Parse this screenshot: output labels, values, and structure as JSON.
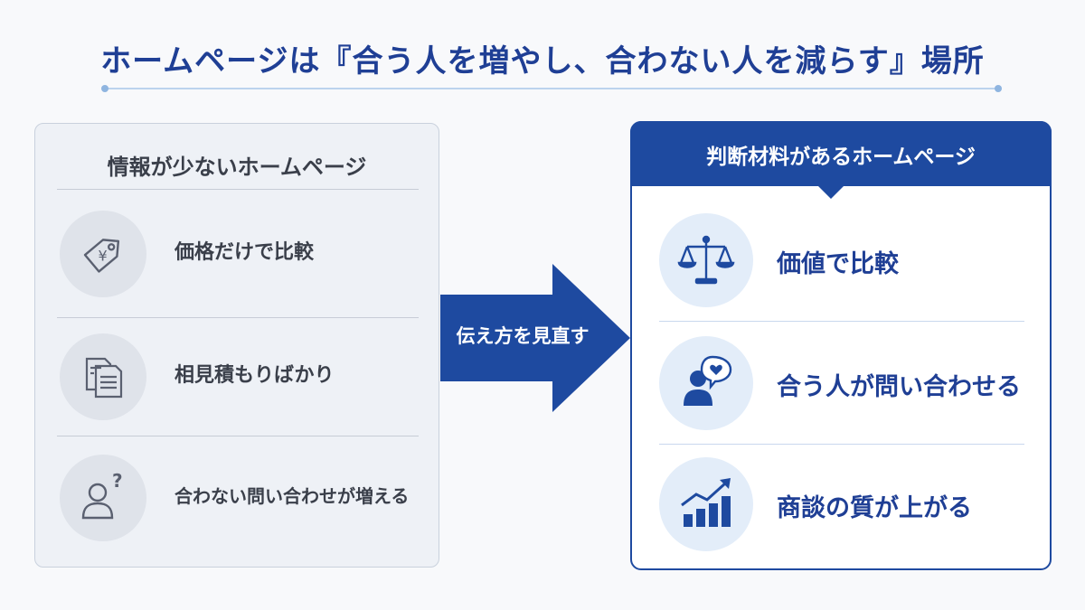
{
  "title": "ホームページは『合う人を増やし、合わない人を減らす』場所",
  "left_panel": {
    "heading": "情報が少ないホームページ",
    "items": [
      {
        "icon": "price-tag-icon",
        "label": "価格だけで比較"
      },
      {
        "icon": "documents-icon",
        "label": "相見積もりばかり"
      },
      {
        "icon": "person-question-icon",
        "label": "合わない問い合わせが増える"
      }
    ]
  },
  "arrow": {
    "label": "伝え方を見直す"
  },
  "right_panel": {
    "heading": "判断材料があるホームページ",
    "items": [
      {
        "icon": "balance-scale-icon",
        "label": "価値で比較"
      },
      {
        "icon": "person-heart-icon",
        "label": "合う人が問い合わせる"
      },
      {
        "icon": "growth-chart-icon",
        "label": "商談の質が上がる"
      }
    ]
  },
  "colors": {
    "primary": "#1e4aa0",
    "title": "#1f3f95",
    "left_bg": "#eef1f6",
    "icon_gray": "#5a6070"
  }
}
